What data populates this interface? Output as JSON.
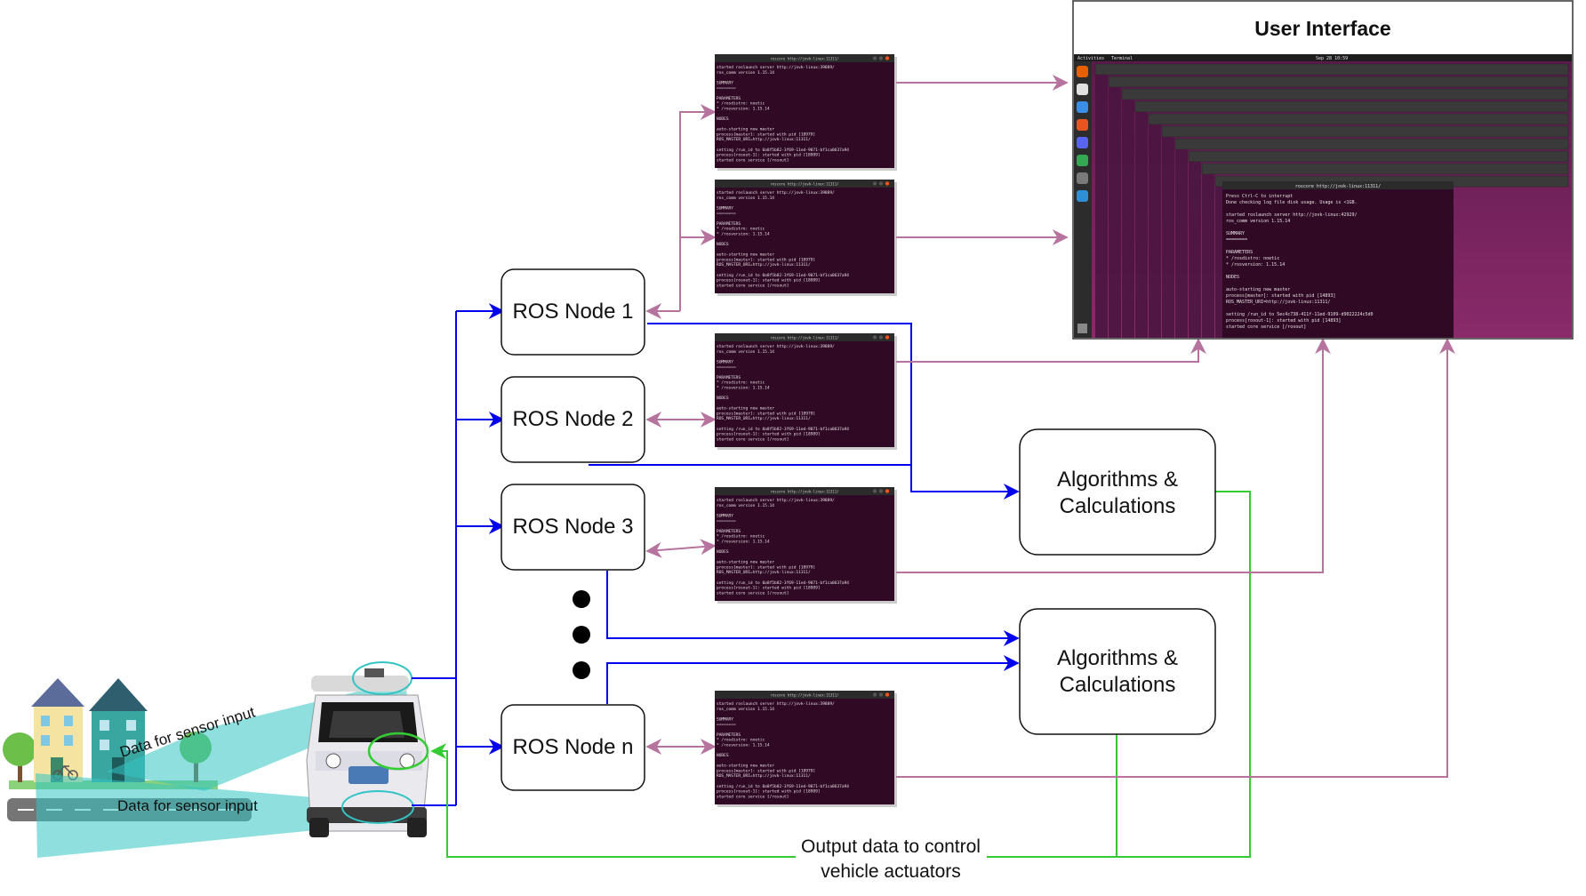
{
  "ui_title": "User Interface",
  "ros_nodes": [
    "ROS Node 1",
    "ROS Node 2",
    "ROS Node 3",
    "ROS Node n"
  ],
  "algorithms": [
    {
      "line1": "Algorithms &",
      "line2": "Calculations"
    },
    {
      "line1": "Algorithms &",
      "line2": "Calculations"
    }
  ],
  "sensor_labels": [
    "Data for sensor input",
    "Data for sensor input"
  ],
  "output_label": {
    "line1": "Output data to control",
    "line2": "vehicle actuators"
  },
  "terminal": {
    "title": "roscore http://jovk-linux:11311/",
    "lines": [
      "started roslaunch server http://jovk-linux:39889/",
      "ros_comm version 1.15.14",
      "",
      "SUMMARY",
      "========",
      "",
      "PARAMETERS",
      " * /rosdistro: noetic",
      " * /rosversion: 1.15.14",
      "",
      "NODES",
      "",
      "auto-starting new master",
      "process[master]: started with pid [18979]",
      "ROS_MASTER_URI=http://jovk-linux:11311/",
      "",
      "setting /run_id to 0a8f5b82-3f69-11ed-9071-bf1ca0637a94",
      "process[rosout-1]: started with pid [18989]",
      "started core service [/rosout]"
    ]
  },
  "ui_screen": {
    "topbar_left": "Activities",
    "topbar_app": "Terminal",
    "topbar_clock": "Sep 28 10:59",
    "front_title": "roscore http://jovk-linux:11311/",
    "lines": [
      "Press Ctrl-C to interrupt",
      "Done checking log file disk usage. Usage is <1GB.",
      "",
      "started roslaunch server http://jovk-linux:42929/",
      "ros_comm version 1.15.14",
      "",
      "SUMMARY",
      "========",
      "",
      "PARAMETERS",
      " * /rosdistro: noetic",
      " * /rosversion: 1.15.14",
      "",
      "NODES",
      "",
      "auto-starting new master",
      "process[master]: started with pid [14893]",
      "ROS_MASTER_URI=http://jovk-linux:11311/",
      "",
      "setting /run_id to 5ec4c738-411f-11ed-9109-d9022224c5d0",
      "process[rosout-1]: started with pid [14893]",
      "started core service [/rosout]"
    ]
  },
  "colors": {
    "blue": "#0000ee",
    "pink": "#b5739d",
    "green": "#33cc33",
    "terminal_bg": "#300a24",
    "cyan": "#33c4c4"
  }
}
